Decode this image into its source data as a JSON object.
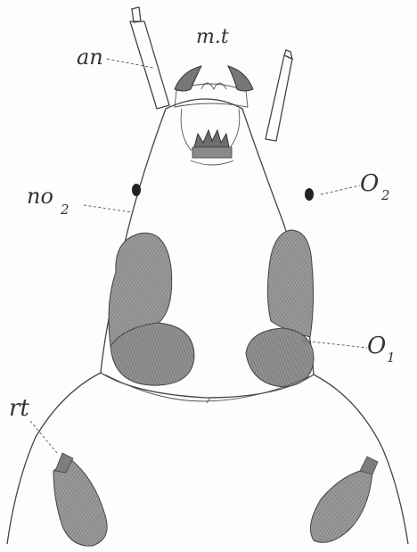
{
  "labels": {
    "antenna": "an",
    "mouth_parts": "m.t",
    "nerve_ocellus": "no",
    "nerve_ocellus_sub": "2",
    "ocellus_2": "O",
    "ocellus_2_sub": "2",
    "ocellus_1": "O",
    "ocellus_1_sub": "1",
    "rostrum": "rt"
  },
  "colors": {
    "ink": "#444444",
    "eye_fill": "#8f8f8f",
    "eye_fill_dark": "#7a7a7a",
    "background": "#fdfdfc"
  }
}
